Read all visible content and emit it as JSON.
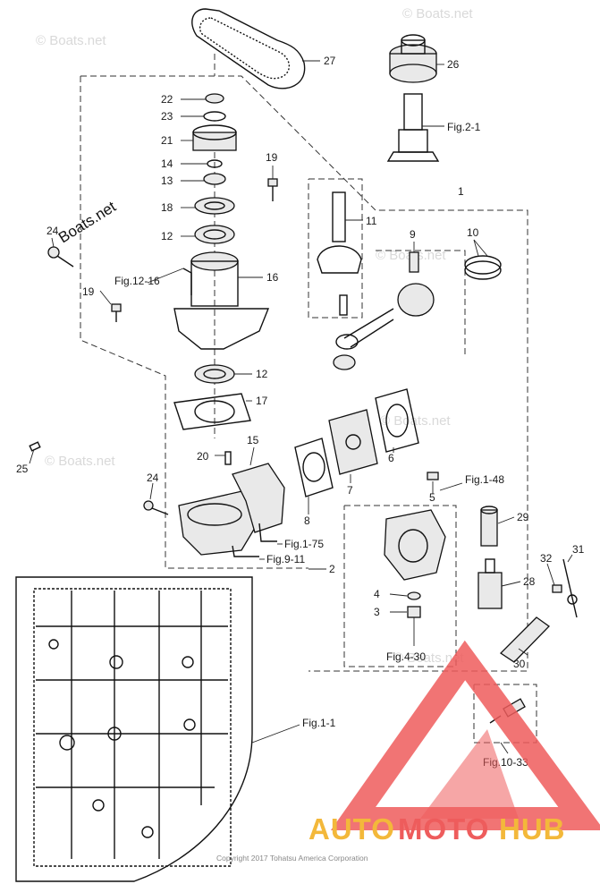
{
  "watermark": "© Boats.net",
  "boats_label": "Boats.net",
  "copyright": "Copyright 2017 Tohatsu America Corporation",
  "brand": {
    "part1": "AUTO",
    "part2": "MOTO",
    "part3": "HUB",
    "color_primary": "#f3b83a",
    "color_secondary": "#ee5c5c"
  },
  "callouts": {
    "c27": "27",
    "c26": "26",
    "fig2_1": "Fig.2-1",
    "c22": "22",
    "c23": "23",
    "c21": "21",
    "c14": "14",
    "c13": "13",
    "c18": "18",
    "c12a": "12",
    "c19a": "19",
    "c1": "1",
    "c11": "11",
    "c9": "9",
    "c10": "10",
    "c24a": "24",
    "fig12_16": "Fig.12-16",
    "c16": "16",
    "c19b": "19",
    "c12b": "12",
    "c17": "17",
    "c6": "6",
    "c7": "7",
    "c8": "8",
    "c25": "25",
    "c20": "20",
    "c15": "15",
    "fig1_48": "Fig.1-48",
    "c5": "5",
    "c24b": "24",
    "c29": "29",
    "c31": "31",
    "c32": "32",
    "c28": "28",
    "fig1_75": "Fig.1-75",
    "fig9_11": "Fig.9-11",
    "c2": "2",
    "c4": "4",
    "c3": "3",
    "fig4_30": "Fig.4-30",
    "c30": "30",
    "fig1_1": "Fig.1-1",
    "fig10_33": "Fig.10-33"
  }
}
